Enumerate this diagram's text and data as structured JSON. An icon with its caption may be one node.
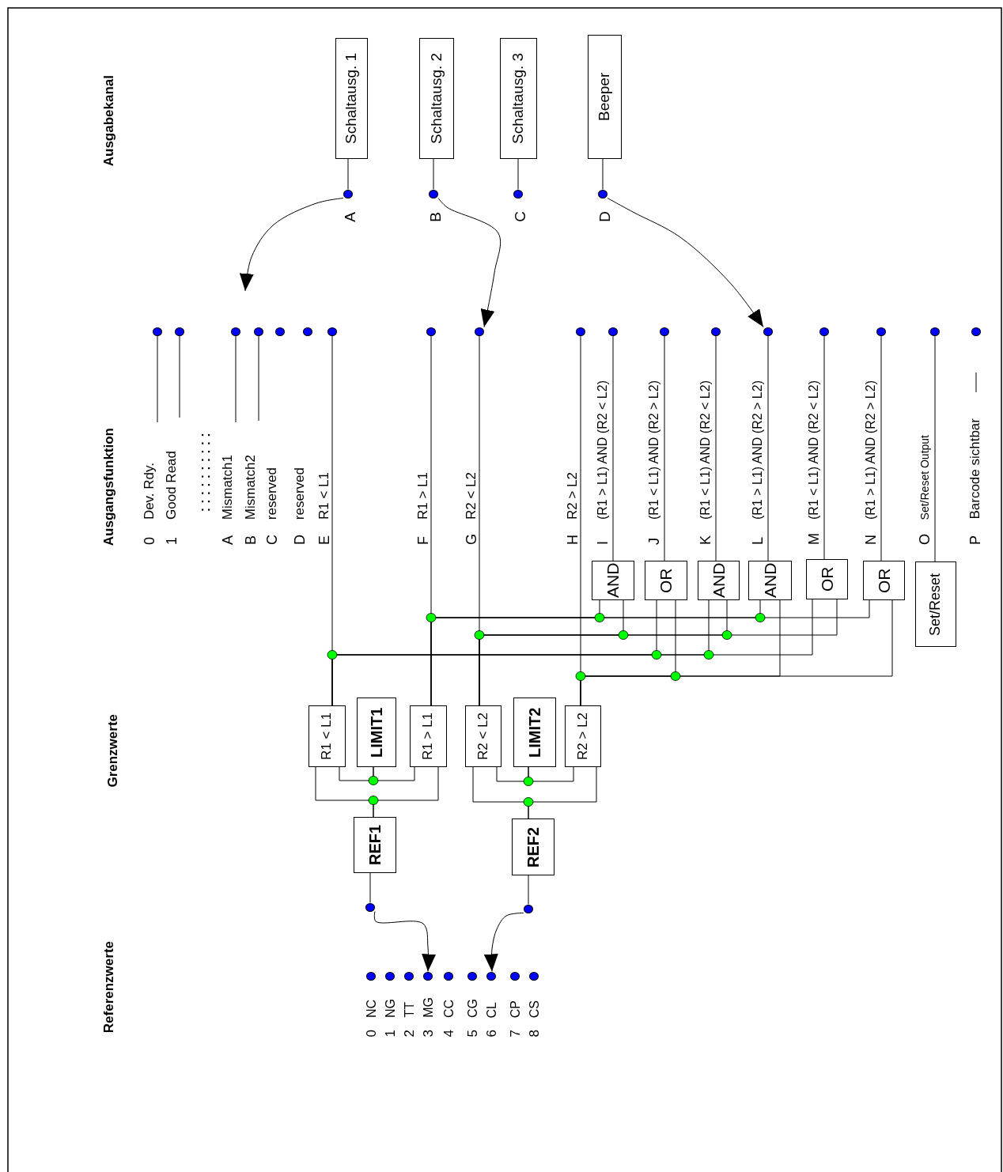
{
  "diagram": {
    "nodes": [
      {
        "text": [
          "Schaltausg. 1"
        ]
      },
      {
        "text": [
          "Schaltausg. 2"
        ]
      },
      {
        "text": [
          "Schaltausg. 3"
        ]
      },
      {
        "text": [
          "Beeper"
        ]
      },
      {
        "text": [],
        "shape": "circle",
        "beside": [
          "A"
        ]
      },
      {
        "text": [],
        "shape": "circle",
        "beside": [
          "B"
        ]
      },
      {
        "text": [],
        "shape": "circle",
        "beside": [
          "C"
        ]
      },
      {
        "text": [],
        "shape": "circle",
        "beside": [
          "D"
        ]
      },
      {
        "text": [],
        "shape": "circle",
        "beside": [
          "0",
          "Dev. Rdy."
        ]
      },
      {
        "text": [],
        "shape": "circle",
        "beside": [
          "1",
          "Good Read"
        ]
      },
      {
        "text": [],
        "shape": "circle",
        "beside": [
          "A",
          "Mismatch1"
        ]
      },
      {
        "text": [],
        "shape": "circle",
        "beside": [
          "B",
          "Mismatch2"
        ]
      },
      {
        "text": [],
        "shape": "circle",
        "beside": [
          "C",
          "reserved"
        ]
      },
      {
        "text": [],
        "shape": "circle",
        "beside": [
          "D",
          "reserved"
        ]
      },
      {
        "text": [],
        "shape": "circle",
        "beside": [
          "E",
          "R1 < L1"
        ]
      },
      {
        "text": [],
        "shape": "circle",
        "beside": [
          "F",
          "R1 > L1"
        ]
      },
      {
        "text": [],
        "shape": "circle",
        "beside": [
          "G",
          "R2 < L2"
        ]
      },
      {
        "text": [],
        "shape": "circle",
        "beside": [
          "H",
          "R2 > L2"
        ]
      },
      {
        "text": [],
        "shape": "circle",
        "beside": [
          "I",
          "(R1 > L1) AND (R2 < L2)"
        ]
      },
      {
        "text": [],
        "shape": "circle",
        "beside": [
          "J",
          "(R1 < L1) AND (R2 > L2)"
        ]
      },
      {
        "text": [],
        "shape": "circle",
        "beside": [
          "K",
          "(R1 < L1) AND (R2 < L2)"
        ]
      },
      {
        "text": [],
        "shape": "circle",
        "beside": [
          "L",
          "(R1 > L1) AND (R2 > L2)"
        ]
      },
      {
        "text": [],
        "shape": "circle",
        "beside": [
          "M",
          "(R1 < L1) AND (R2 < L2)"
        ]
      },
      {
        "text": [],
        "shape": "circle",
        "beside": [
          "N",
          "(R1 > L1) AND (R2 > L2)"
        ]
      },
      {
        "text": [],
        "shape": "circle",
        "beside": [
          "O",
          "Set/Reset Output"
        ]
      },
      {
        "text": [],
        "shape": "circle",
        "beside": [
          "P",
          "Barcode sichtbar"
        ]
      },
      {
        "text": [
          "AND"
        ]
      },
      {
        "text": [
          "OR"
        ]
      },
      {
        "text": [
          "AND"
        ]
      },
      {
        "text": [
          "AND"
        ]
      },
      {
        "text": [
          "OR"
        ]
      },
      {
        "text": [
          "OR"
        ]
      },
      {
        "text": [
          "Set/Reset"
        ]
      },
      {
        "text": [
          "R1 < L1"
        ]
      },
      {
        "text": [
          "LIMIT1"
        ]
      },
      {
        "text": [
          "R1 > L1"
        ]
      },
      {
        "text": [
          "R2 < L2"
        ]
      },
      {
        "text": [
          "LIMIT2"
        ]
      },
      {
        "text": [
          "R2 > L2"
        ]
      },
      {
        "text": [
          "REF1"
        ]
      },
      {
        "text": [
          "REF2"
        ]
      },
      {
        "text": [],
        "shape": "circle"
      },
      {
        "text": [],
        "shape": "circle"
      },
      {
        "text": [],
        "shape": "circle",
        "beside": [
          "0",
          "NC"
        ]
      },
      {
        "text": [],
        "shape": "circle",
        "beside": [
          "1",
          "NG"
        ]
      },
      {
        "text": [],
        "shape": "circle",
        "beside": [
          "2",
          "TT"
        ]
      },
      {
        "text": [],
        "shape": "circle",
        "beside": [
          "3",
          "MG"
        ]
      },
      {
        "text": [],
        "shape": "circle",
        "beside": [
          "4",
          "CC"
        ]
      },
      {
        "text": [],
        "shape": "circle",
        "beside": [
          "5",
          "CG"
        ]
      },
      {
        "text": [],
        "shape": "circle",
        "beside": [
          "6",
          "CL"
        ]
      },
      {
        "text": [],
        "shape": "circle",
        "beside": [
          "7",
          "CP"
        ]
      },
      {
        "text": [],
        "shape": "circle",
        "beside": [
          "8",
          "CS"
        ]
      }
    ],
    "edges": [
      {
        "from": 0,
        "to": 4,
        "arrow": "none"
      },
      {
        "from": 1,
        "to": 5,
        "arrow": "none"
      },
      {
        "from": 2,
        "to": 6,
        "arrow": "none"
      },
      {
        "from": 3,
        "to": 7,
        "arrow": "none"
      },
      {
        "from": 4,
        "to": null,
        "arrow": "to"
      },
      {
        "from": 5,
        "to": 16,
        "arrow": "to"
      },
      {
        "from": 7,
        "to": 21,
        "arrow": "to"
      },
      {
        "from": 33,
        "to": 14,
        "arrow": "none"
      },
      {
        "from": 35,
        "to": 15,
        "arrow": "none"
      },
      {
        "from": 36,
        "to": 16,
        "arrow": "none"
      },
      {
        "from": 38,
        "to": 17,
        "arrow": "none"
      },
      {
        "from": 26,
        "to": 18,
        "arrow": "none"
      },
      {
        "from": 27,
        "to": 19,
        "arrow": "none"
      },
      {
        "from": 28,
        "to": 20,
        "arrow": "none"
      },
      {
        "from": 29,
        "to": 21,
        "arrow": "none"
      },
      {
        "from": 30,
        "to": 22,
        "arrow": "none"
      },
      {
        "from": 31,
        "to": 23,
        "arrow": "none"
      },
      {
        "from": 32,
        "to": 24,
        "arrow": "none"
      },
      {
        "from": 35,
        "to": 26,
        "arrow": "none"
      },
      {
        "from": 35,
        "to": 29,
        "arrow": "none"
      },
      {
        "from": 35,
        "to": 31,
        "arrow": "none"
      },
      {
        "from": 36,
        "to": 26,
        "arrow": "none"
      },
      {
        "from": 36,
        "to": 28,
        "arrow": "none"
      },
      {
        "from": 36,
        "to": 30,
        "arrow": "none"
      },
      {
        "from": 33,
        "to": 27,
        "arrow": "none"
      },
      {
        "from": 33,
        "to": 28,
        "arrow": "none"
      },
      {
        "from": 33,
        "to": 30,
        "arrow": "none"
      },
      {
        "from": 38,
        "to": 27,
        "arrow": "none"
      },
      {
        "from": 38,
        "to": 29,
        "arrow": "none"
      },
      {
        "from": 38,
        "to": 31,
        "arrow": "none"
      },
      {
        "from": 39,
        "to": 33,
        "arrow": "none"
      },
      {
        "from": 39,
        "to": 35,
        "arrow": "none"
      },
      {
        "from": 34,
        "to": 33,
        "arrow": "none"
      },
      {
        "from": 34,
        "to": 35,
        "arrow": "none"
      },
      {
        "from": 40,
        "to": 36,
        "arrow": "none"
      },
      {
        "from": 40,
        "to": 38,
        "arrow": "none"
      },
      {
        "from": 37,
        "to": 36,
        "arrow": "none"
      },
      {
        "from": 37,
        "to": 38,
        "arrow": "none"
      },
      {
        "from": 39,
        "to": 41,
        "arrow": "none"
      },
      {
        "from": 40,
        "to": 42,
        "arrow": "none"
      },
      {
        "from": 41,
        "to": 46,
        "arrow": "to"
      },
      {
        "from": 42,
        "to": 49,
        "arrow": "to"
      }
    ],
    "labels": [
      "Ausgabekanal",
      "Ausgangsfunktion",
      "Grenzwerte",
      "Referenzwerte"
    ]
  }
}
